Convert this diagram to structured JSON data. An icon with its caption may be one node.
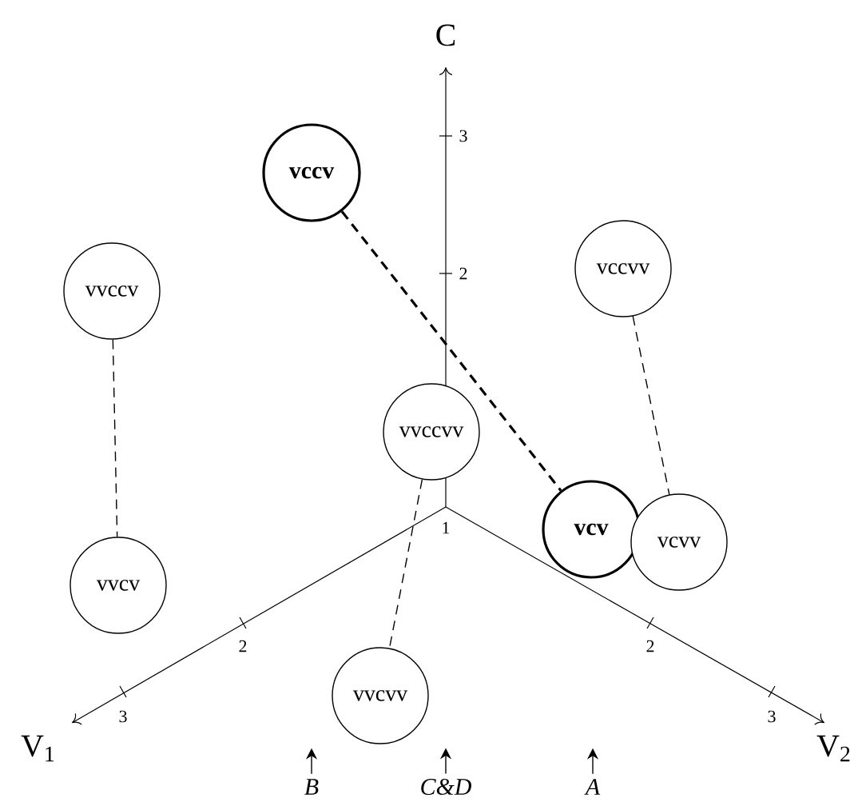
{
  "diagram": {
    "nodes": [
      {
        "text": [
          "vccv"
        ]
      },
      {
        "text": [
          "vvccv"
        ]
      },
      {
        "text": [
          "vccvv"
        ]
      },
      {
        "text": [
          "vvccvv"
        ]
      },
      {
        "text": [
          "vvcv"
        ]
      },
      {
        "text": [
          "vcv"
        ]
      },
      {
        "text": [
          "vcvv"
        ]
      },
      {
        "text": [
          "vvcvv"
        ]
      },
      {
        "text": [
          "B"
        ]
      },
      {
        "text": [
          "C&D"
        ]
      },
      {
        "text": [
          "A"
        ]
      }
    ],
    "edges": [
      {
        "from": 0,
        "to": 5,
        "arrow": "none",
        "style": "dashed"
      },
      {
        "from": 1,
        "to": 4,
        "arrow": "none",
        "style": "dashed"
      },
      {
        "from": 2,
        "to": 6,
        "arrow": "none",
        "style": "dashed"
      },
      {
        "from": 3,
        "to": 7,
        "arrow": "none",
        "style": "dashed"
      },
      {
        "from": 8,
        "to": null,
        "arrow": "to"
      },
      {
        "from": 9,
        "to": null,
        "arrow": "to"
      },
      {
        "from": 10,
        "to": null,
        "arrow": "to"
      }
    ],
    "labels": [
      "C",
      "3",
      "2",
      "1",
      "2",
      "2",
      "3",
      "3",
      "V$_{1}$",
      "V$_{2}$"
    ]
  }
}
